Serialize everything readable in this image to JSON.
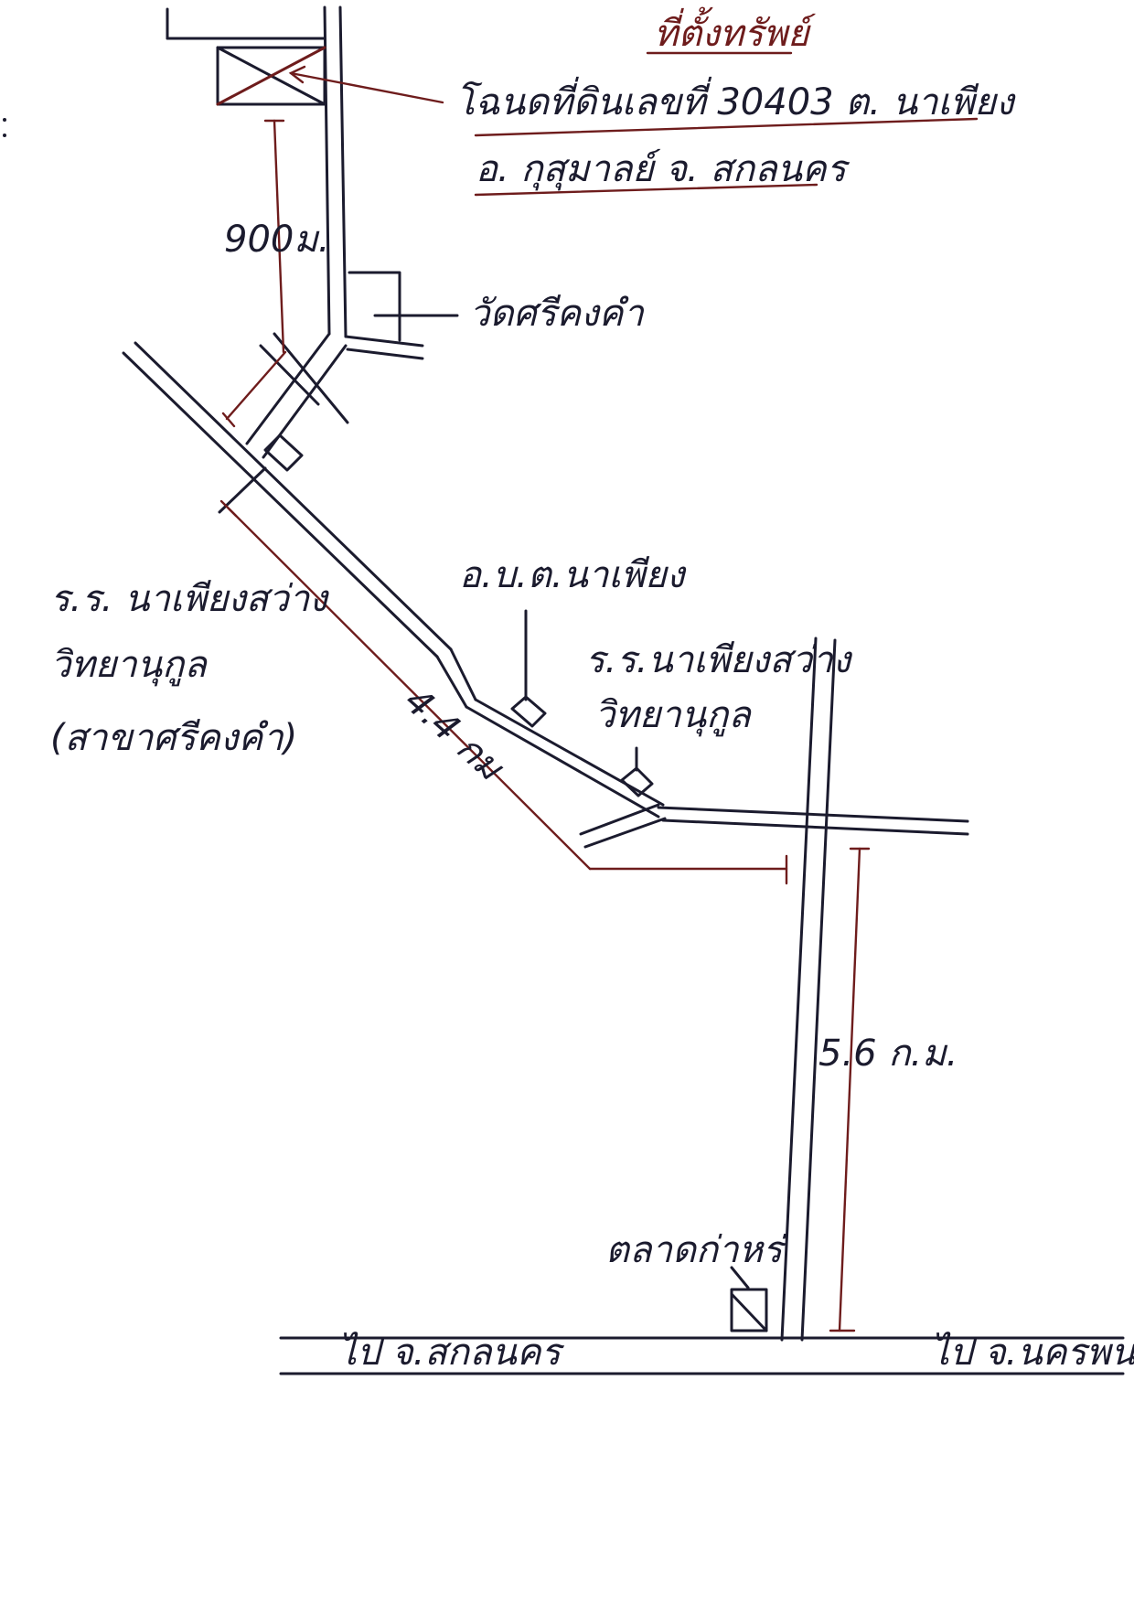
{
  "title": "ที่ตั้งทรัพย์",
  "deed_line": "โฉนดที่ดินเลขที่ 30403  ต. นาเพียง",
  "district_line": "อ. กุสุมาลย์   จ. สกลนคร",
  "landmarks": {
    "temple": "วัดศรีคงคำ",
    "sao": "อ.บ.ต.นาเพียง",
    "school_branch": [
      "ร.ร. นาเพียงสว่าง",
      "วิทยานุกูล",
      "(สาขาศรีคงคำ)"
    ],
    "school_main": [
      "ร.ร.นาเพียงสว่าง",
      "วิทยานุกูล"
    ],
    "market": "ตลาดก่าหร่"
  },
  "distances": {
    "d1": "900ม.",
    "d2": "4.4 กม",
    "d3": "5.6 ก.ม."
  },
  "directions": {
    "left": "ไป จ.สกลนคร",
    "right": "ไป จ.นครพนม"
  },
  "colors": {
    "ink": "#1b1b2e",
    "red": "#6e1c1c"
  }
}
